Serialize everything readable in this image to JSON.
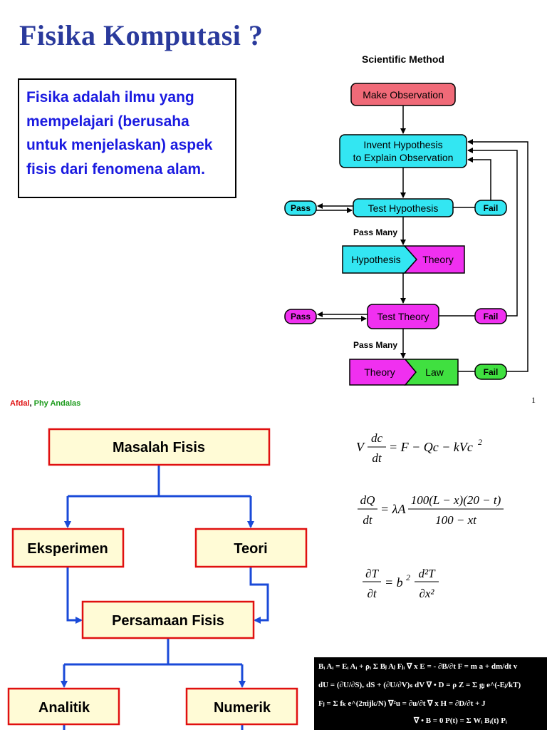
{
  "slide1": {
    "title": "Fisika Komputasi ?",
    "definition": "Fisika adalah ilmu yang mempelajari (berusaha untuk menjelaskan) aspek fisis dari fenomena alam.",
    "footer_author": "Afdal",
    "footer_separator": ", ",
    "footer_affiliation": "Phy Andalas",
    "page_number": "1",
    "scientific_method": {
      "title": "Scientific Method",
      "make_observation": "Make Observation",
      "invent_line1": "Invent Hypothesis",
      "invent_line2": "to Explain Observation",
      "test_hypothesis": "Test Hypothesis",
      "pass": "Pass",
      "fail": "Fail",
      "pass_many": "Pass Many",
      "hypothesis": "Hypothesis",
      "theory": "Theory",
      "test_theory": "Test Theory",
      "law": "Law"
    },
    "colors": {
      "title": "#2a3a9c",
      "definition": "#1a1ae0",
      "observation": "#f06a78",
      "cyan": "#33e6f2",
      "magenta": "#f030f0",
      "green": "#40e040"
    }
  },
  "slide2": {
    "flow": {
      "masalah": "Masalah Fisis",
      "eksperimen": "Eksperimen",
      "teori": "Teori",
      "persamaan": "Persamaan Fisis",
      "analitik": "Analitik",
      "numerik": "Numerik"
    },
    "equations": {
      "eq1_V": "V",
      "eq1_num": "dc",
      "eq1_den": "dt",
      "eq1_rhs": "= F − Qc − kVc",
      "eq1_sup": "2",
      "eq2_num": "dQ",
      "eq2_den": "dt",
      "eq2_mid": "= λA",
      "eq2_fnum": "100(L − x)(20 − t)",
      "eq2_fden": "100 − xt",
      "eq3_num": "∂T",
      "eq3_den": "∂t",
      "eq3_mid": "= b",
      "eq3_sup": "2",
      "eq3_fnum": "d²T",
      "eq3_fden": "∂x²"
    },
    "math_collage": [
      "Bᵢ Aᵢ = Eᵢ Aᵢ + ρᵢ Σ Bⱼ Aⱼ Fⱼᵢ    ∇ x E = - ∂B/∂t    F = m a + dm/dt v",
      "dU = (∂U/∂S)ᵥ dS + (∂U/∂V)ₛ dV    ∇ • D = ρ    Z = Σ gⱼ e^(-Eⱼ/kT)",
      "Fⱼ = Σ fₖ e^(2πijk/N)  ∇²u = ∂u/∂t    ∇ x H = ∂D/∂t + J",
      "∇ • B = 0    P(t) = Σ Wᵢ Bᵢ(t) Pᵢ"
    ],
    "colors": {
      "box_fill": "#fffbd6",
      "box_border": "#e01010",
      "arrow": "#1a4ad8"
    }
  }
}
